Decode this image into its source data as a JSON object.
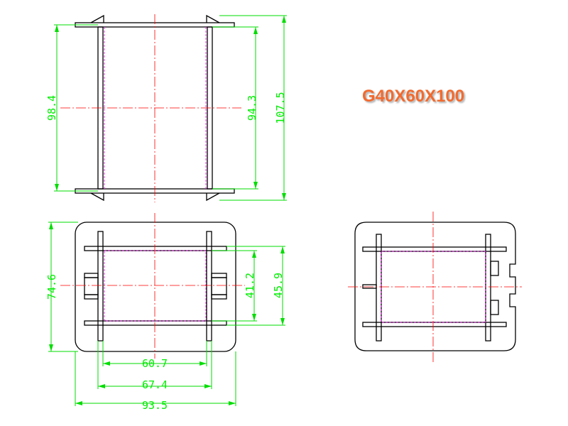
{
  "title": "G40X60X100",
  "colors": {
    "outline": "#000000",
    "dimension": "#00dd00",
    "centerline": "#ff0000",
    "hidden": "#ff00ff",
    "title": "#f26a2e"
  },
  "dimensions": {
    "front_height_outer": "98.4",
    "front_height_inner": "94.3",
    "front_height_total": "107.5",
    "top_height_outer": "74.6",
    "top_height_inner_small": "41.2",
    "top_height_inner_large": "45.9",
    "top_width_inner": "60.7",
    "top_width_mid": "67.4",
    "top_width_outer": "93.5"
  }
}
